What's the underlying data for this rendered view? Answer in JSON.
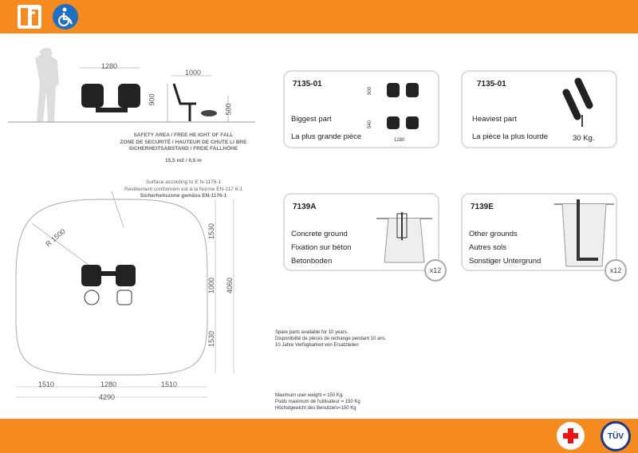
{
  "header": {
    "icons": [
      "emergency-exit-icon",
      "wheelchair-icon"
    ]
  },
  "footer": {
    "icons": [
      "first-aid-icon",
      "tuv-certification-icon"
    ],
    "tuv_text": "TÜV"
  },
  "elevation": {
    "width": "1280",
    "height": "900",
    "side_width": "1000",
    "side_height": "500"
  },
  "safety": {
    "line1": "SAFETY AREA / FREE HE IGHT OF  FALL",
    "line2": "ZONE DE SECURITÉ /  HAUTEUR DE CHUTE LI BRE",
    "line3": "SICHERHEITSABSTAND  / FREIE FALLHÖHE",
    "area": "15,5 m2 / 0,5 m"
  },
  "surface": {
    "line1": "Surface according to E N-1176-1",
    "line2": "Revêtement conformém est à la Norme EN-117 6-1",
    "line3": "Sicherheitszone gemäss  EN-1176-1"
  },
  "plan": {
    "radius": "R 1500",
    "v1": "1530",
    "v2": "1000",
    "v3": "1530",
    "vtotal": "4060",
    "h1": "1510",
    "h2": "1280",
    "h3": "1510",
    "htotal": "4290"
  },
  "cards": [
    {
      "code": "7135-01",
      "l1": "Biggest part",
      "l2": "La plus grande pièce",
      "d1": "900",
      "d2": "540",
      "d3": "1280"
    },
    {
      "code": "7135-01",
      "l1": "Heaviest part",
      "l2": "La pièce la plus lourde",
      "weight": "30 Kg."
    },
    {
      "code": "7139A",
      "l1": "Concrete ground",
      "l2": "Fixation sur béton",
      "l3": "Betonboden",
      "qty": "x12"
    },
    {
      "code": "7139E",
      "l1": "Other grounds",
      "l2": "Autres sols",
      "l3": "Sonstiger Untergrund",
      "qty": "x12"
    }
  ],
  "notes": {
    "spare1": "Spare parts available for 10 years.",
    "spare2": "Disponibilité de pièces de rechange pendant 10 ans.",
    "spare3": "10 Jahre Verfügbarkeit von Ersatzteilen",
    "w1": "Maximum user weight = 150 Kg.",
    "w2": "Poids maximum de l'utilisateur = 150 Kg",
    "w3": "Höchstgewicht des Benutzers=150 Kg"
  }
}
